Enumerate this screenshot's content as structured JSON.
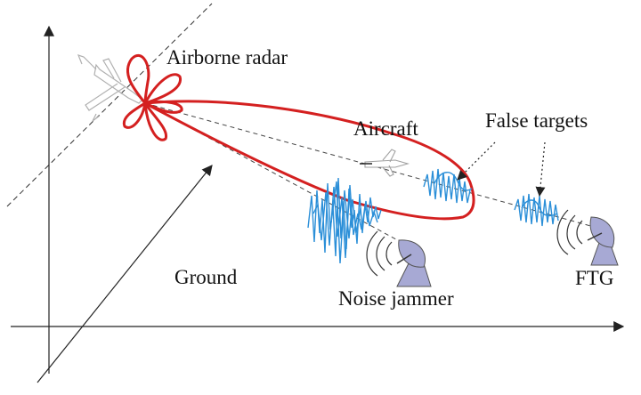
{
  "labels": {
    "airborne_radar": "Airborne radar",
    "aircraft": "Aircraft",
    "false_targets": "False targets",
    "ground": "Ground",
    "noise_jammer": "Noise jammer",
    "ftg": "FTG"
  },
  "colors": {
    "beam": "#d42020",
    "signal": "#2b8fd8",
    "jammer_body": "#a7a9d4",
    "axis": "#222222",
    "dashed_line": "#444444",
    "aircraft_outline": "#b0b0b0"
  },
  "icons": {
    "radar_platform": "aircraft-silhouette-icon",
    "target": "aircraft-silhouette-icon",
    "noise_jammer": "satellite-dish-icon",
    "ftg": "satellite-dish-icon"
  }
}
